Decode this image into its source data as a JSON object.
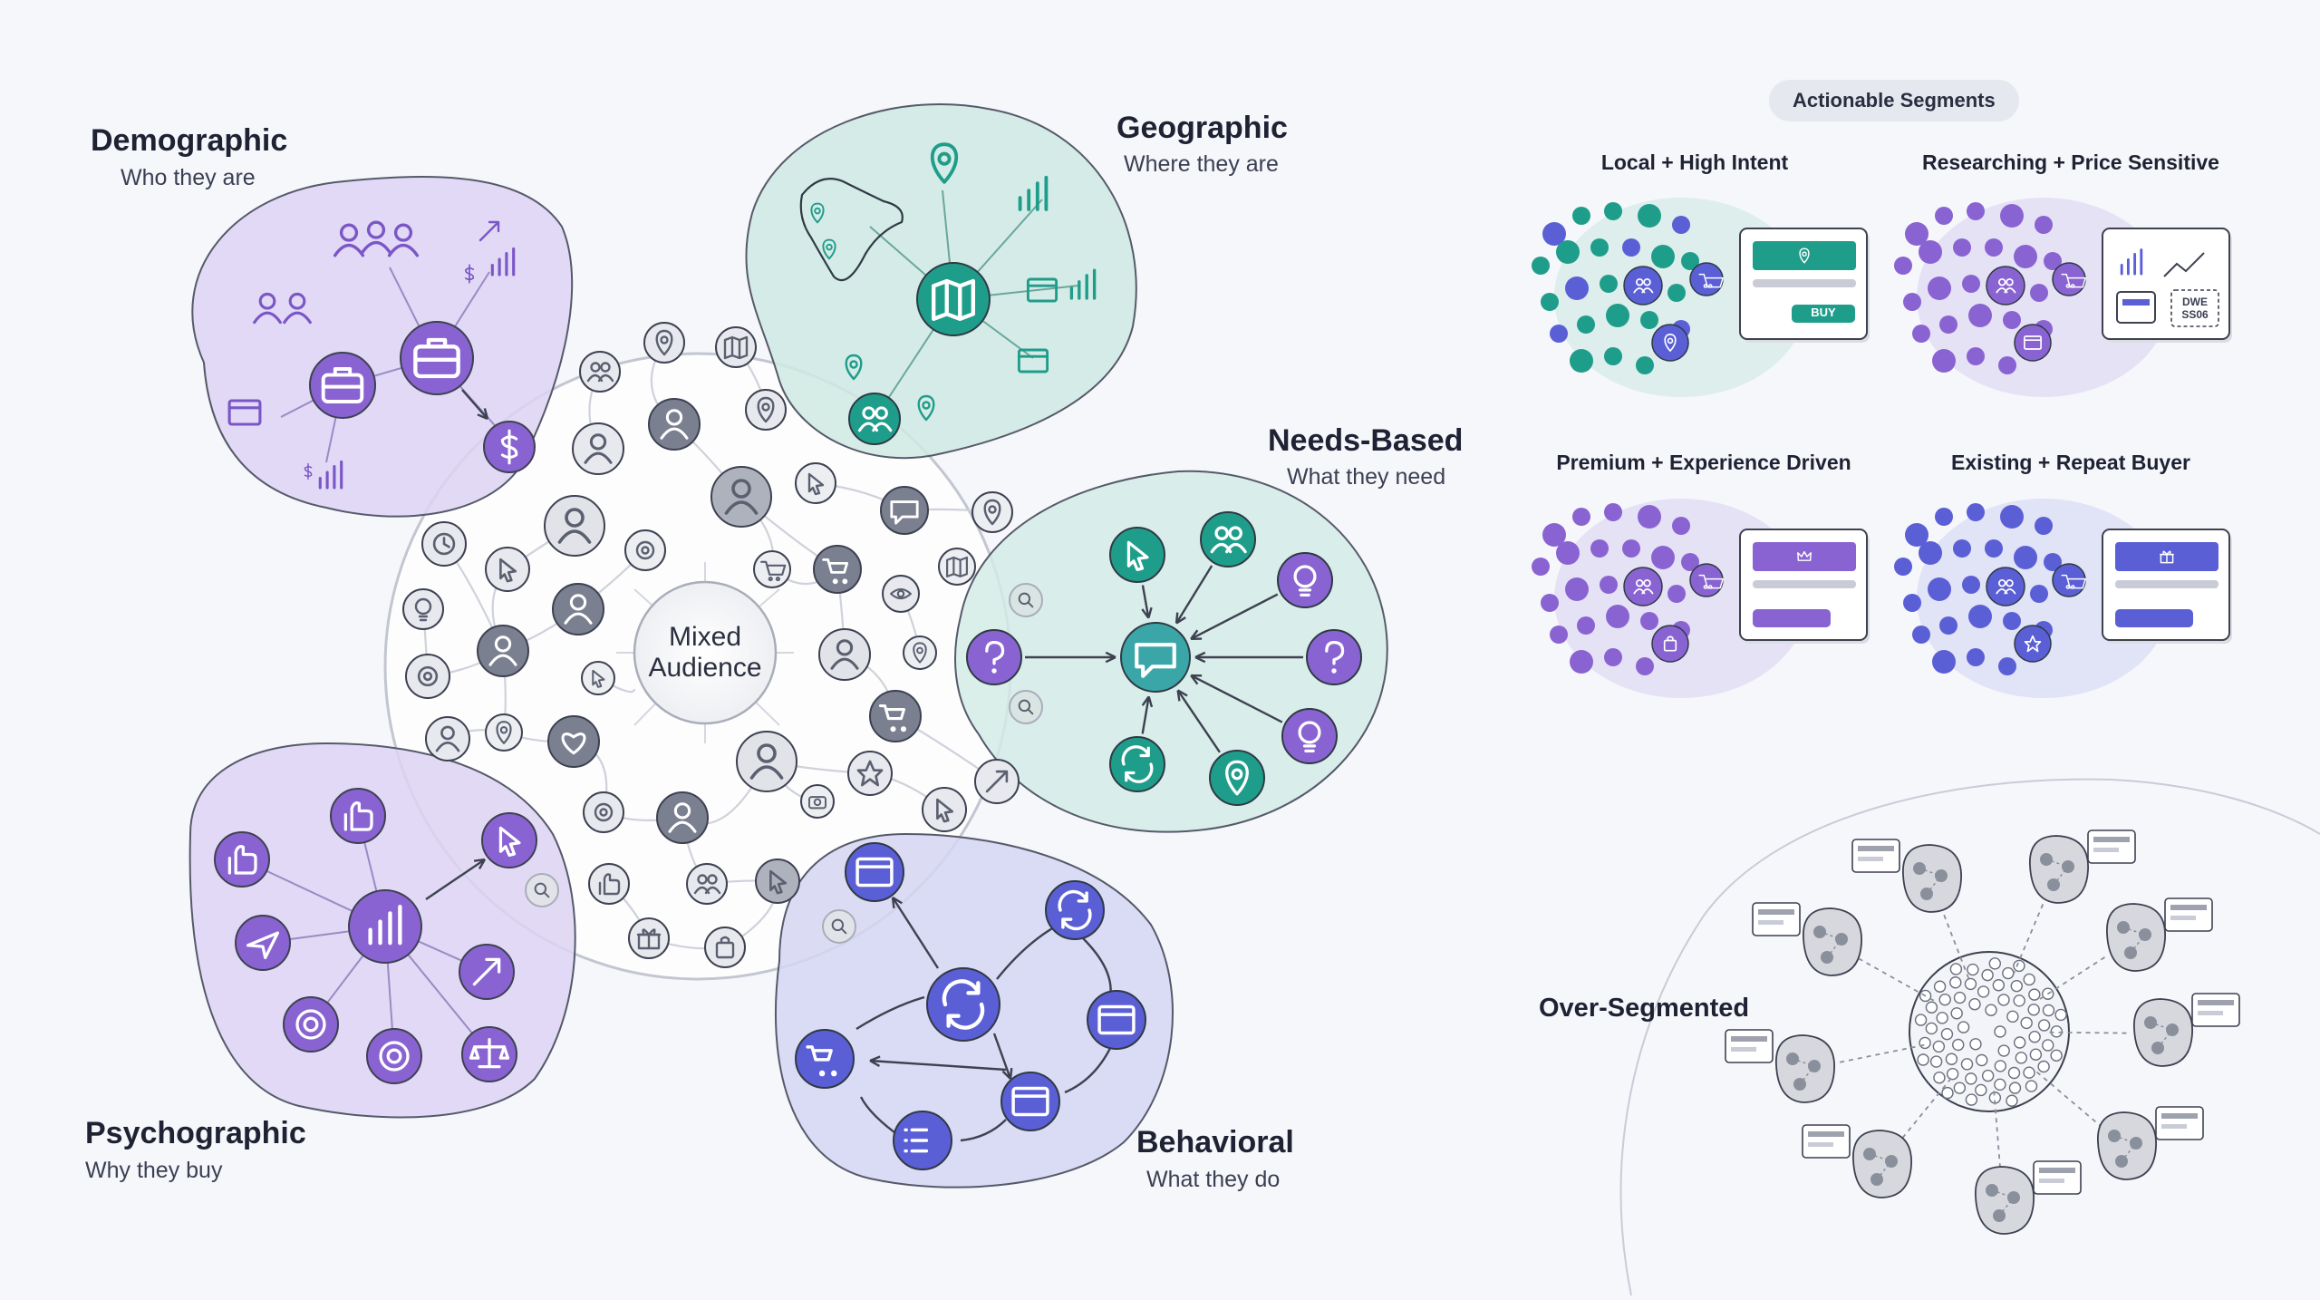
{
  "segments": {
    "demographic": {
      "title": "Demographic",
      "subtitle": "Who they are"
    },
    "geographic": {
      "title": "Geographic",
      "subtitle": "Where they are"
    },
    "needs": {
      "title": "Needs-Based",
      "subtitle": "What they need"
    },
    "psychographic": {
      "title": "Psychographic",
      "subtitle": "Why they buy"
    },
    "behavioral": {
      "title": "Behavioral",
      "subtitle": "What they do"
    }
  },
  "center": {
    "line1": "Mixed",
    "line2": "Audience"
  },
  "actionable": {
    "header": "Actionable Segments",
    "cards": [
      {
        "title": "Local + High Intent",
        "button": "BUY"
      },
      {
        "title": "Researching + Price Sensitive",
        "tag_line1": "DWE",
        "tag_line2": "SS06"
      },
      {
        "title": "Premium + Experience Driven"
      },
      {
        "title": "Existing + Repeat Buyer"
      }
    ]
  },
  "over": {
    "title": "Over-Segmented"
  },
  "colors": {
    "purple": "#8a63d2",
    "teal": "#1f9d8b",
    "indigo": "#5a5fd6",
    "gray": "#7b8090"
  }
}
